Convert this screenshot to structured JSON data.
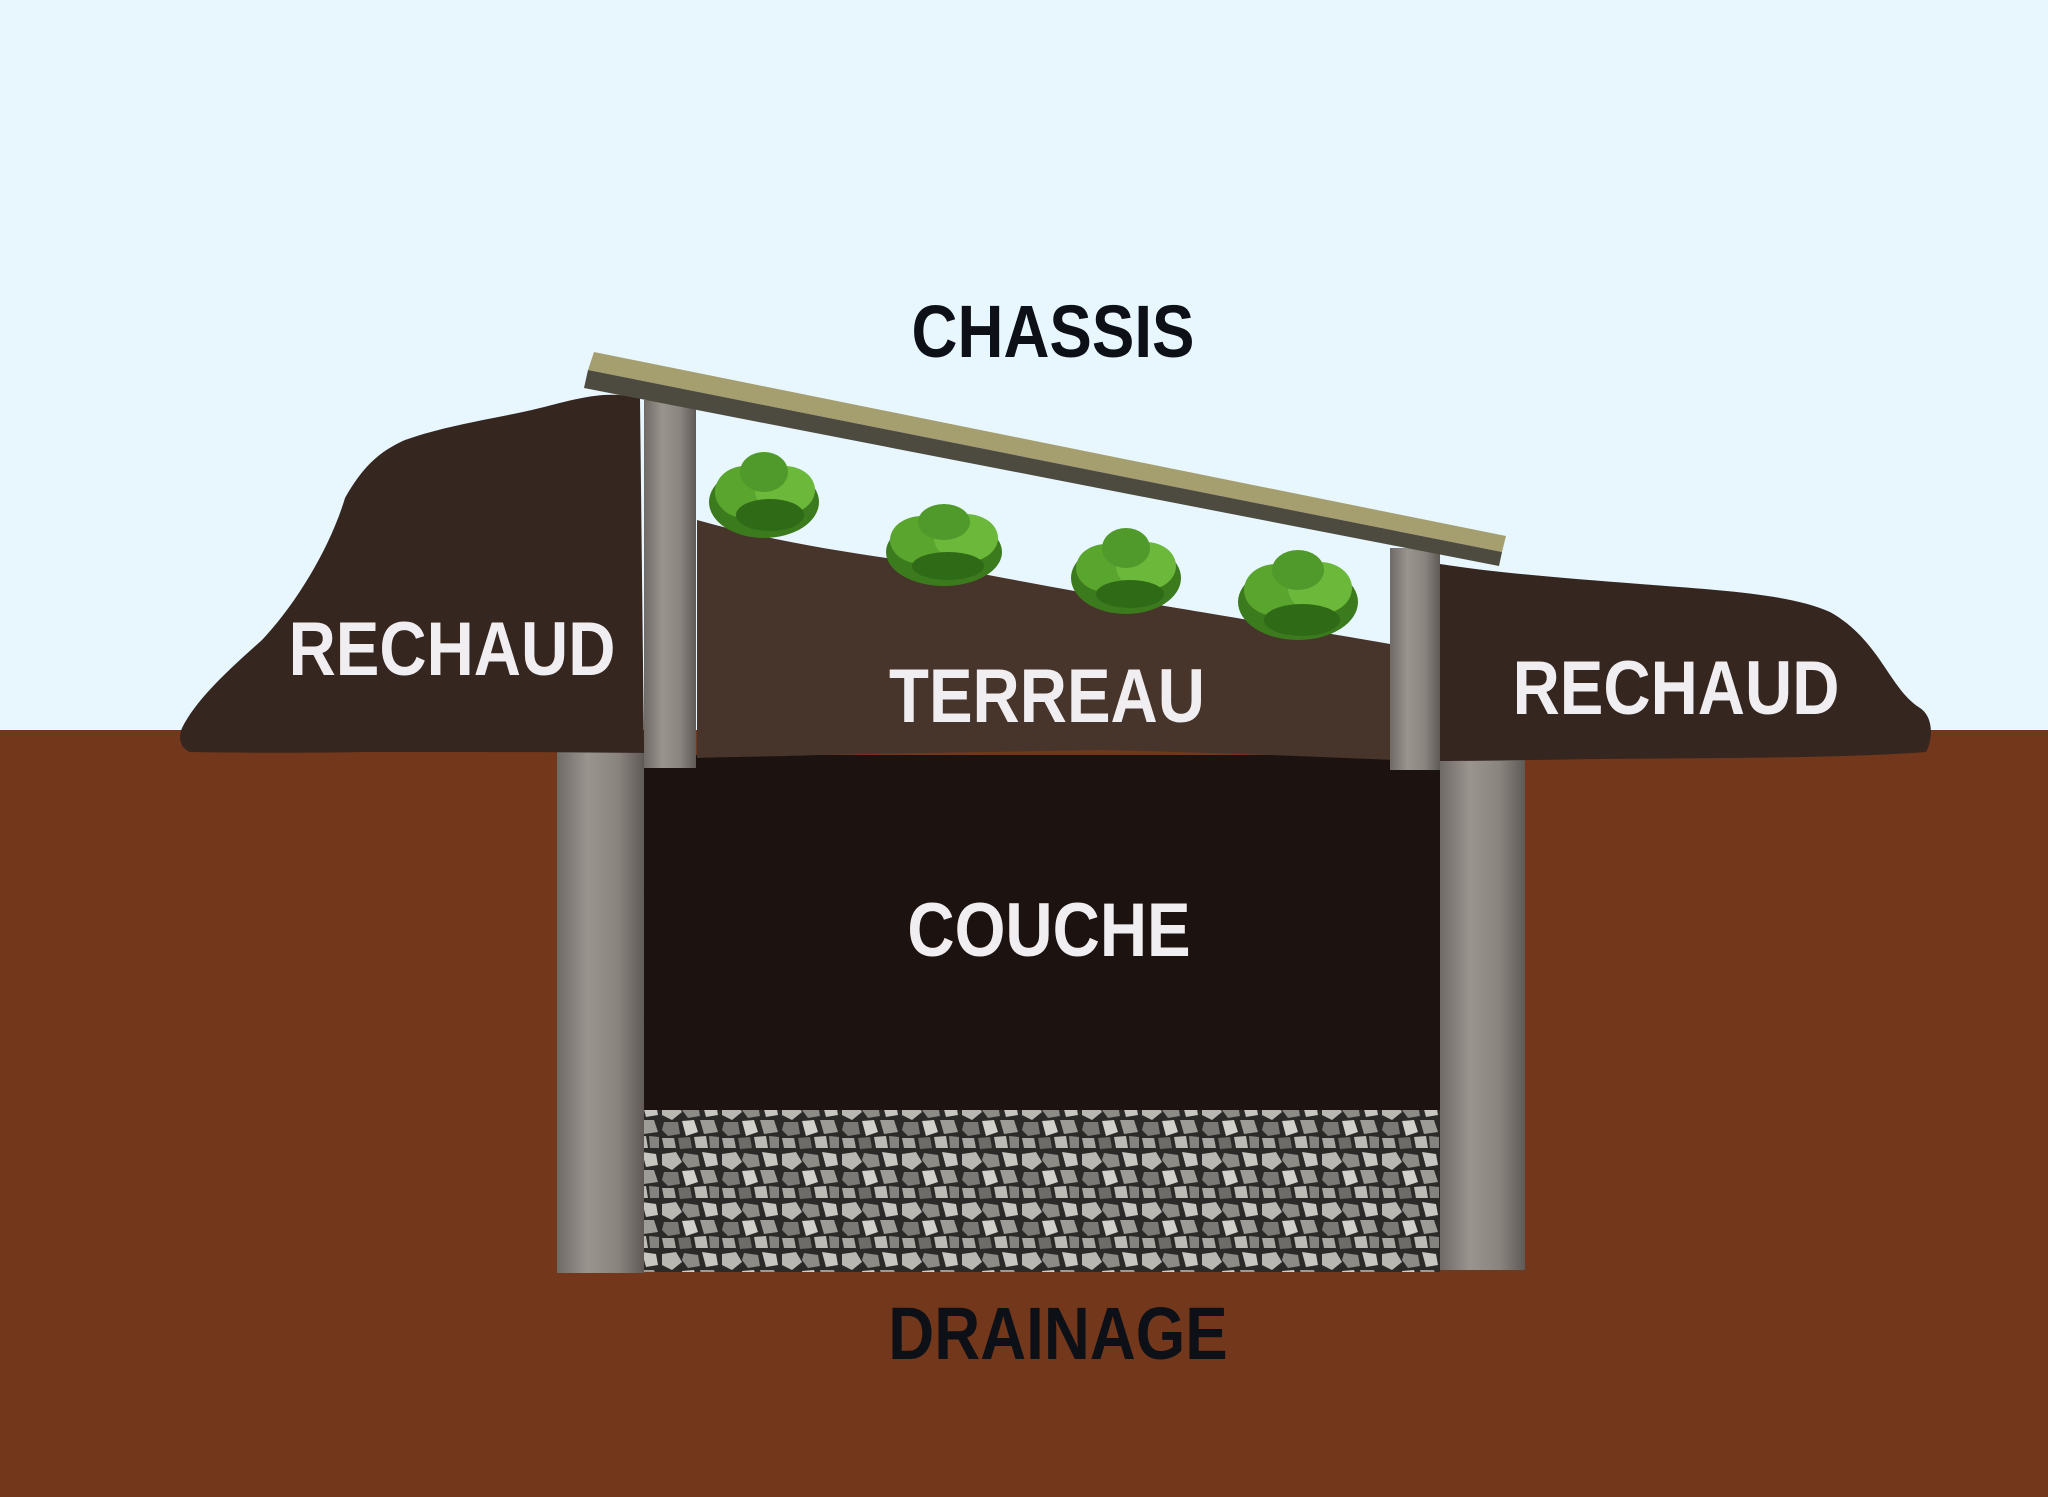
{
  "diagram": {
    "labels": {
      "chassis": "CHASSIS",
      "rechaud_left": "RECHAUD",
      "rechaud_right": "RECHAUD",
      "terreau": "TERREAU",
      "couche": "COUCHE",
      "drainage": "DRAINAGE"
    },
    "colors": {
      "sky": "#e8f6fe",
      "ground": "#73381b",
      "rechaud": "#362620",
      "terreau": "#47342a",
      "couche": "#1c1311",
      "gravel": "#8e8c87",
      "post": "#8a847f",
      "chassis_frame": "#a59f70",
      "plant": "#4f9a2a",
      "label_dark": "#0d1117",
      "label_light": "#f1eef1"
    }
  }
}
